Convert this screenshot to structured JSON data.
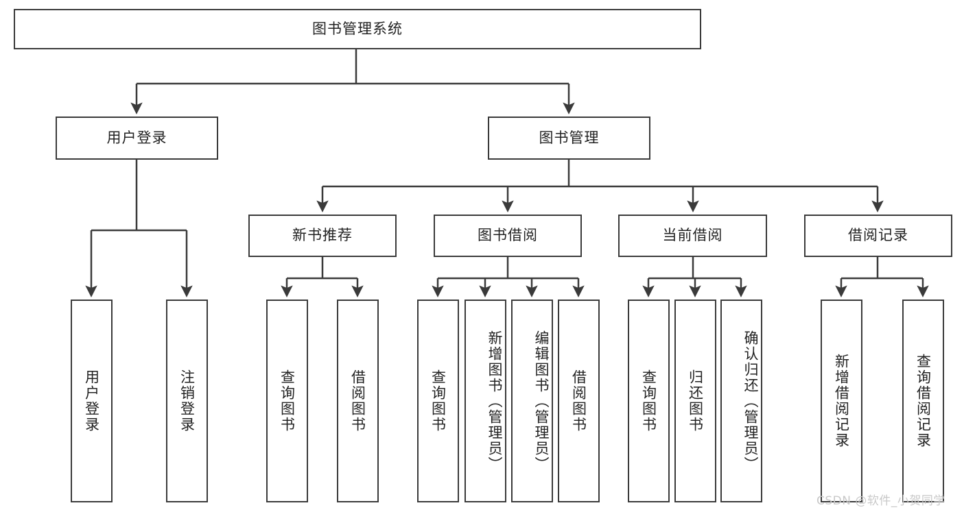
{
  "diagram": {
    "title": "图书管理系统",
    "type": "hierarchy-tree",
    "watermark": "CSDN @软件_小贺同学",
    "root": {
      "label": "图书管理系统"
    },
    "level1": [
      {
        "label": "用户登录"
      },
      {
        "label": "图书管理"
      }
    ],
    "level2": [
      {
        "label": "新书推荐"
      },
      {
        "label": "图书借阅"
      },
      {
        "label": "当前借阅"
      },
      {
        "label": "借阅记录"
      }
    ],
    "leaves": {
      "user_login": [
        {
          "label": "用户登录"
        },
        {
          "label": "注销登录"
        }
      ],
      "new_book_recommend": [
        {
          "label": "查询图书"
        },
        {
          "label": "借阅图书"
        }
      ],
      "book_borrow": [
        {
          "label": "查询图书"
        },
        {
          "label": "新增图书（管理员）"
        },
        {
          "label": "编辑图书（管理员）"
        },
        {
          "label": "借阅图书"
        }
      ],
      "current_borrow": [
        {
          "label": "查询图书"
        },
        {
          "label": "归还图书"
        },
        {
          "label": "确认归还（管理员）"
        }
      ],
      "borrow_record": [
        {
          "label": "新增借阅记录"
        },
        {
          "label": "查询借阅记录"
        }
      ]
    },
    "colors": {
      "stroke": "#3a3a3a",
      "box_fill": "#ffffff",
      "text": "#222222",
      "watermark": "#c9c9c9"
    }
  }
}
